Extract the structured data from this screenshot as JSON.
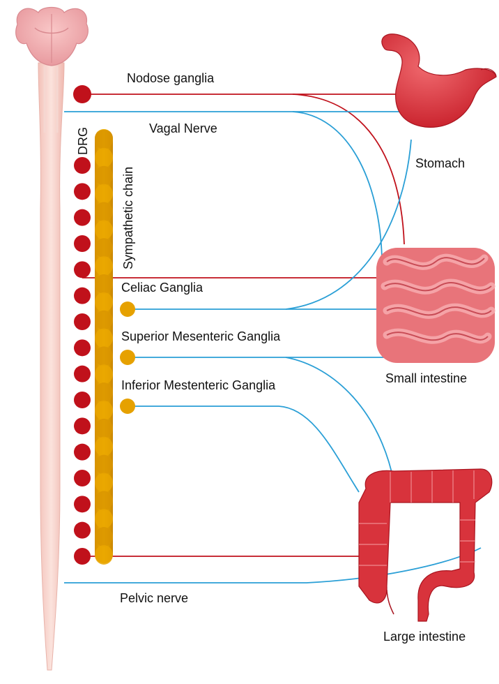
{
  "labels": {
    "nodose": "Nodose ganglia",
    "vagal": "Vagal Nerve",
    "drg": "DRG",
    "sympathetic": "Sympathetic chain",
    "celiac": "Celiac Ganglia",
    "superior": "Superior Mesenteric Ganglia",
    "inferior": "Inferior Mestenteric Ganglia",
    "pelvic": "Pelvic nerve",
    "stomach": "Stomach",
    "small_intestine": "Small intestine",
    "large_intestine": "Large intestine"
  },
  "drg_count": 16,
  "chain_segment_count": 24,
  "colors": {
    "afferent_red": "#c0111b",
    "nerve_blue": "#2a9fd6",
    "ganglion_orange": "#e6a100",
    "cord": "#f6d3cc",
    "organ_red": "#d8333c",
    "organ_pink": "#e8747a"
  }
}
